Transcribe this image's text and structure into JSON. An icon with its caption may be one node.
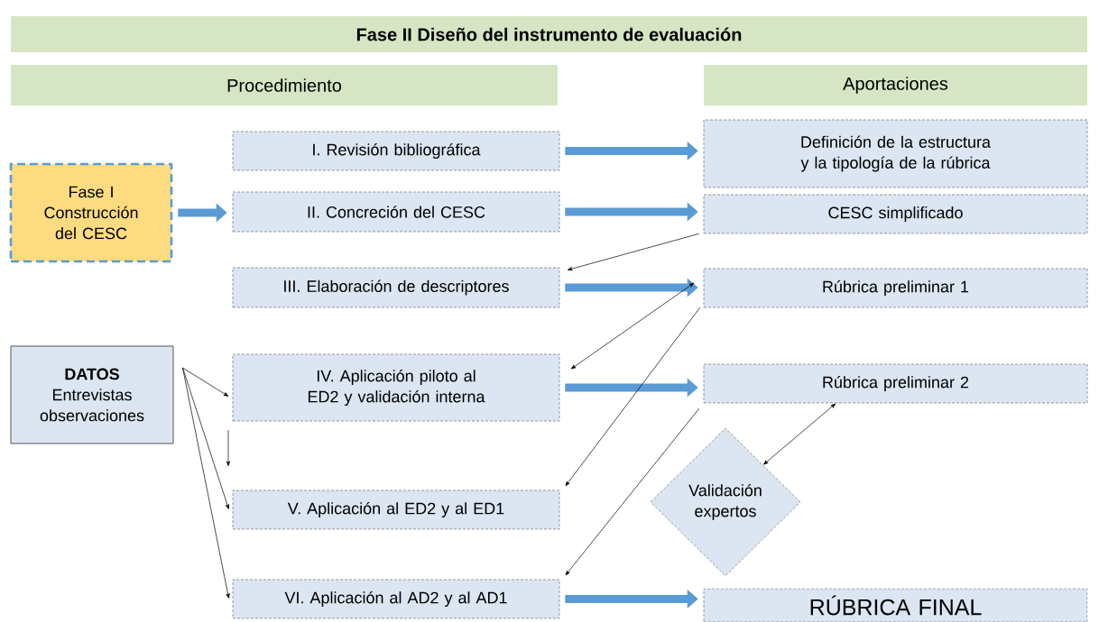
{
  "diagram": {
    "title": "Fase II Diseño del instrumento de evaluación",
    "nodes": [
      {
        "text": [
          "Procedimiento"
        ]
      },
      {
        "text": [
          "Aportaciones"
        ]
      },
      {
        "text": [
          "Fase I Construcción del CESC"
        ]
      },
      {
        "text": [
          "I. Revisión bibliográfica"
        ]
      },
      {
        "text": [
          "Definición de la estructura y la tipología de la rúbrica"
        ]
      },
      {
        "text": [
          "II. Concreción del CESC"
        ]
      },
      {
        "text": [
          "CESC simplificado"
        ]
      },
      {
        "text": [
          "III. Elaboración de descriptores"
        ]
      },
      {
        "text": [
          "Rúbrica preliminar 1"
        ]
      },
      {
        "text": [
          "DATOS",
          "Entrevistas observaciones"
        ]
      },
      {
        "text": [
          "IV. Aplicación piloto al ED2 y validación interna"
        ]
      },
      {
        "text": [
          "Rúbrica preliminar 2"
        ]
      },
      {
        "text": [
          "V. Aplicación al ED2 y al ED1"
        ]
      },
      {
        "text": [
          "Validación expertos"
        ]
      },
      {
        "text": [
          "VI. Aplicación al AD2 y al AD1"
        ]
      },
      {
        "text": [
          "RÚBRICA FINAL"
        ]
      }
    ],
    "edges": [
      {
        "from": 2,
        "to": 5,
        "arrow": "to",
        "style": "thick",
        "color": "#5b9bd5"
      },
      {
        "from": 3,
        "to": 4,
        "arrow": "to",
        "style": "thick",
        "color": "#5b9bd5"
      },
      {
        "from": 5,
        "to": 6,
        "arrow": "to",
        "style": "thick",
        "color": "#5b9bd5"
      },
      {
        "from": 7,
        "to": 8,
        "arrow": "to",
        "style": "thick",
        "color": "#5b9bd5"
      },
      {
        "from": 10,
        "to": 11,
        "arrow": "to",
        "style": "thick",
        "color": "#5b9bd5"
      },
      {
        "from": 14,
        "to": 15,
        "arrow": "to",
        "style": "thick",
        "color": "#5b9bd5"
      },
      {
        "from": 6,
        "to": 7,
        "arrow": "to"
      },
      {
        "from": 8,
        "to": 10,
        "arrow": "both"
      },
      {
        "from": 8,
        "to": 12,
        "arrow": "to"
      },
      {
        "from": 11,
        "to": 14,
        "arrow": "to"
      },
      {
        "from": 13,
        "to": 11,
        "arrow": "both"
      },
      {
        "from": 10,
        "to": 12,
        "arrow": "to"
      },
      {
        "from": 9,
        "to": 10,
        "arrow": "to"
      },
      {
        "from": 9,
        "to": 12,
        "arrow": "to"
      },
      {
        "from": 9,
        "to": 14,
        "arrow": "to"
      }
    ]
  }
}
